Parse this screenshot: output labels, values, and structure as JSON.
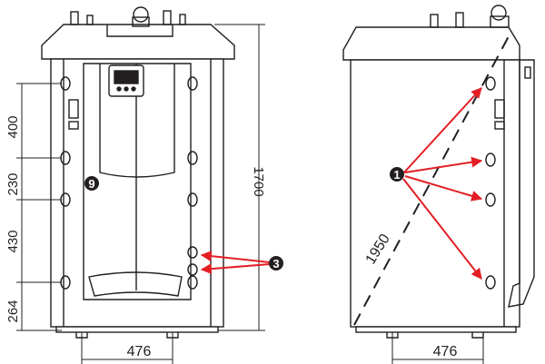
{
  "front_view": {
    "dimensions": {
      "seg_1": "400",
      "seg_2": "230",
      "seg_3": "430",
      "seg_4": "264",
      "height": "1700",
      "width": "476"
    },
    "callouts": {
      "body": "9",
      "ports": "3"
    }
  },
  "side_view": {
    "dimensions": {
      "diagonal": "1950",
      "width": "476"
    },
    "callouts": {
      "connections": "1"
    }
  },
  "colors": {
    "line": "#231f20",
    "arrow": "#e31e24",
    "callout_fill": "#231f20"
  }
}
